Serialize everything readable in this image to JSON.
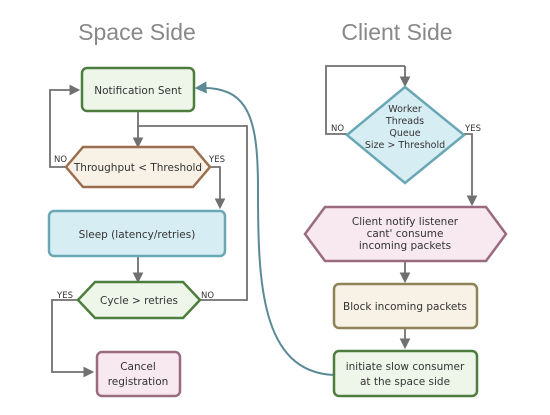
{
  "titles": {
    "left": "Space Side",
    "right": "Client Side"
  },
  "space_side": {
    "notification_sent": "Notification Sent",
    "throughput_check": "Throughput < Threshold",
    "throughput_no": "NO",
    "throughput_yes": "YES",
    "sleep": "Sleep (latency/retries)",
    "cycle_check": "Cycle > retries",
    "cycle_yes": "YES",
    "cycle_no": "NO",
    "cancel_line1": "Cancel",
    "cancel_line2": "registration"
  },
  "client_side": {
    "worker_line1": "Worker",
    "worker_line2": "Threads",
    "worker_line3": "Queue",
    "worker_line4": "Size > Threshold",
    "worker_no": "NO",
    "worker_yes": "YES",
    "notify_line1": "Client notify listener",
    "notify_line2": "cant' consume",
    "notify_line3": "incoming packets",
    "block": "Block incoming packets",
    "initiate_line1": "initiate slow consumer",
    "initiate_line2": "at the space side"
  },
  "colors": {
    "green_border": "#4e7c3e",
    "green_fill": "#eef6e9",
    "cream_fill": "#f8f1e6",
    "cream_border": "#9a6e4e",
    "blue_fill": "#d6edf3",
    "blue_border": "#6aa7b4",
    "pink_fill": "#f7e9ef",
    "pink_border": "#9a6a7e",
    "tan_border": "#8e8358",
    "connector": "#707070",
    "curve": "#5b8a96"
  }
}
